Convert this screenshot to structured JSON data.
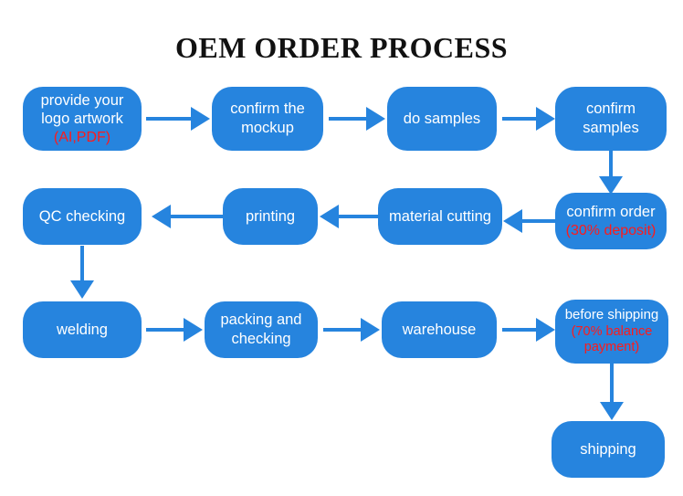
{
  "title": "OEM ORDER PROCESS",
  "colors": {
    "node_fill": "#2684DE",
    "node_text": "#FFFFFF",
    "note_text": "#FF1A1A",
    "arrow": "#2684DE",
    "background": "#FFFFFF",
    "title_text": "#111111"
  },
  "chart_data": {
    "type": "diagram",
    "diagram_type": "flowchart",
    "title": "OEM ORDER PROCESS",
    "flow_direction": "serpentine: row1 left-to-right, row2 right-to-left, row3 left-to-right, then down",
    "nodes": [
      {
        "id": "provide-logo-artwork",
        "label": "provide your\nlogo artwork",
        "note": "(AI,PDF)",
        "row": 1,
        "col": 1
      },
      {
        "id": "confirm-the-mockup",
        "label": "confirm the\nmockup",
        "note": "",
        "row": 1,
        "col": 2
      },
      {
        "id": "do-samples",
        "label": "do samples",
        "note": "",
        "row": 1,
        "col": 3
      },
      {
        "id": "confirm-samples",
        "label": "confirm\nsamples",
        "note": "",
        "row": 1,
        "col": 4
      },
      {
        "id": "confirm-order",
        "label": "confirm order",
        "note": "(30% deposit)",
        "row": 2,
        "col": 4
      },
      {
        "id": "material-cutting",
        "label": "material cutting",
        "note": "",
        "row": 2,
        "col": 3
      },
      {
        "id": "printing",
        "label": "printing",
        "note": "",
        "row": 2,
        "col": 2
      },
      {
        "id": "qc-checking",
        "label": "QC checking",
        "note": "",
        "row": 2,
        "col": 1
      },
      {
        "id": "welding",
        "label": "welding",
        "note": "",
        "row": 3,
        "col": 1
      },
      {
        "id": "packing-and-checking",
        "label": "packing and\nchecking",
        "note": "",
        "row": 3,
        "col": 2
      },
      {
        "id": "warehouse",
        "label": "warehouse",
        "note": "",
        "row": 3,
        "col": 3
      },
      {
        "id": "before-shipping",
        "label": "before shipping",
        "note": "(70% balance\npayment)",
        "row": 3,
        "col": 4
      },
      {
        "id": "shipping",
        "label": "shipping",
        "note": "",
        "row": 4,
        "col": 4
      }
    ],
    "edges": [
      {
        "from": "provide-logo-artwork",
        "to": "confirm-the-mockup",
        "direction": "right"
      },
      {
        "from": "confirm-the-mockup",
        "to": "do-samples",
        "direction": "right"
      },
      {
        "from": "do-samples",
        "to": "confirm-samples",
        "direction": "right"
      },
      {
        "from": "confirm-samples",
        "to": "confirm-order",
        "direction": "down"
      },
      {
        "from": "confirm-order",
        "to": "material-cutting",
        "direction": "left"
      },
      {
        "from": "material-cutting",
        "to": "printing",
        "direction": "left"
      },
      {
        "from": "printing",
        "to": "qc-checking",
        "direction": "left"
      },
      {
        "from": "qc-checking",
        "to": "welding",
        "direction": "down"
      },
      {
        "from": "welding",
        "to": "packing-and-checking",
        "direction": "right"
      },
      {
        "from": "packing-and-checking",
        "to": "warehouse",
        "direction": "right"
      },
      {
        "from": "warehouse",
        "to": "before-shipping",
        "direction": "right"
      },
      {
        "from": "before-shipping",
        "to": "shipping",
        "direction": "down"
      }
    ]
  }
}
